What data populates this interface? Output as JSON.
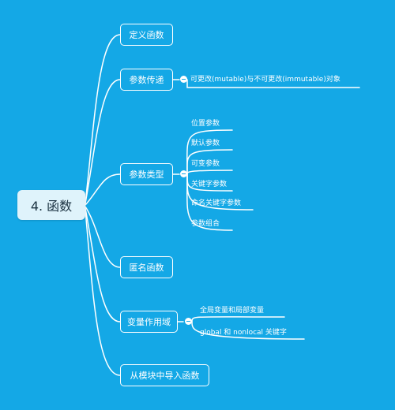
{
  "root": {
    "label": "4. 函数"
  },
  "topics": [
    {
      "label": "定义函数"
    },
    {
      "label": "参数传递",
      "children": [
        "可更改(mutable)与不可更改(immutable)对象"
      ]
    },
    {
      "label": "参数类型",
      "children": [
        "位置参数",
        "默认参数",
        "可变参数",
        "关键字参数",
        "命名关键字参数",
        "参数组合"
      ]
    },
    {
      "label": "匿名函数"
    },
    {
      "label": "变量作用域",
      "children": [
        "全局变量和局部变量",
        "global 和 nonlocal 关键字"
      ]
    },
    {
      "label": "从模块中导入函数"
    }
  ],
  "colors": {
    "background": "#14a8e6",
    "line": "#ffffff",
    "root_fill": "#dff3fb"
  }
}
